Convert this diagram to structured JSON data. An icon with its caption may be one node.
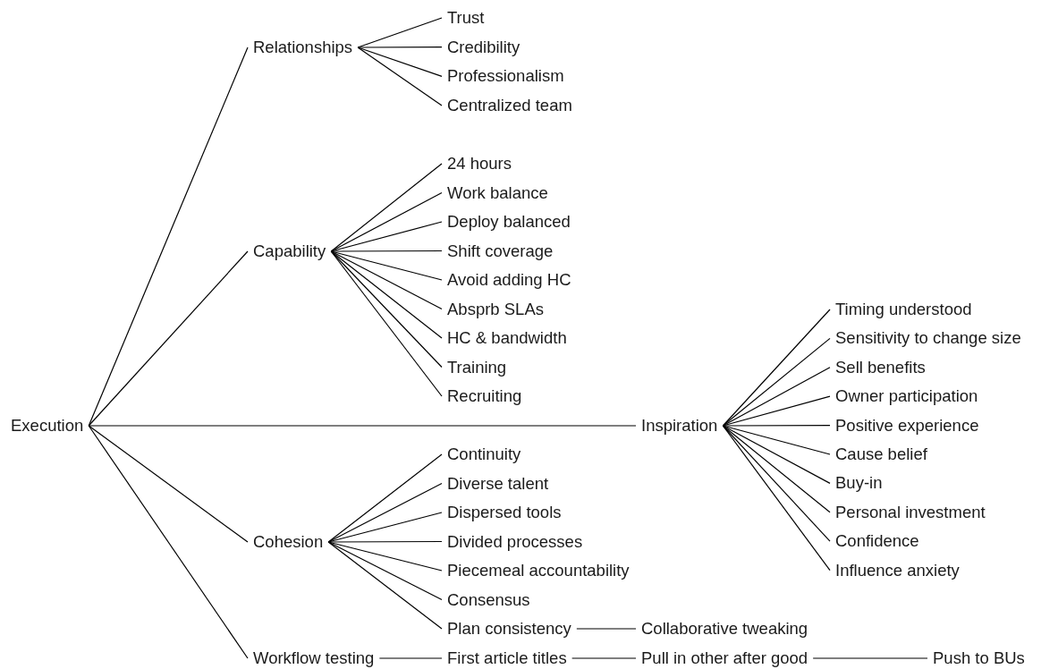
{
  "diagram": {
    "nodes": [
      {
        "text": [
          "Execution"
        ]
      },
      {
        "text": [
          "Relationships"
        ]
      },
      {
        "text": [
          "Trust"
        ]
      },
      {
        "text": [
          "Credibility"
        ]
      },
      {
        "text": [
          "Professionalism"
        ]
      },
      {
        "text": [
          "Centralized team"
        ]
      },
      {
        "text": [
          "Capability"
        ]
      },
      {
        "text": [
          "24 hours"
        ]
      },
      {
        "text": [
          "Work balance"
        ]
      },
      {
        "text": [
          "Deploy balanced"
        ]
      },
      {
        "text": [
          "Shift coverage"
        ]
      },
      {
        "text": [
          "Avoid adding HC"
        ]
      },
      {
        "text": [
          "Absprb SLAs"
        ]
      },
      {
        "text": [
          "HC & bandwidth"
        ]
      },
      {
        "text": [
          "Training"
        ]
      },
      {
        "text": [
          "Recruiting"
        ]
      },
      {
        "text": [
          "Inspiration"
        ]
      },
      {
        "text": [
          "Timing understood"
        ]
      },
      {
        "text": [
          "Sensitivity to change size"
        ]
      },
      {
        "text": [
          "Sell benefits"
        ]
      },
      {
        "text": [
          "Owner participation"
        ]
      },
      {
        "text": [
          "Positive experience"
        ]
      },
      {
        "text": [
          "Cause belief"
        ]
      },
      {
        "text": [
          "Buy-in"
        ]
      },
      {
        "text": [
          "Personal investment"
        ]
      },
      {
        "text": [
          "Confidence"
        ]
      },
      {
        "text": [
          "Influence anxiety"
        ]
      },
      {
        "text": [
          "Cohesion"
        ]
      },
      {
        "text": [
          "Continuity"
        ]
      },
      {
        "text": [
          "Diverse talent"
        ]
      },
      {
        "text": [
          "Dispersed tools"
        ]
      },
      {
        "text": [
          "Divided processes"
        ]
      },
      {
        "text": [
          "Piecemeal accountability"
        ]
      },
      {
        "text": [
          "Consensus"
        ]
      },
      {
        "text": [
          "Plan consistency"
        ]
      },
      {
        "text": [
          "Collaborative tweaking"
        ]
      },
      {
        "text": [
          "Workflow testing"
        ]
      },
      {
        "text": [
          "First article titles"
        ]
      },
      {
        "text": [
          "Pull in other after good"
        ]
      },
      {
        "text": [
          "Push to BUs"
        ]
      }
    ],
    "edges": [
      {
        "from": 0,
        "to": 1,
        "arrow": "none"
      },
      {
        "from": 1,
        "to": 2,
        "arrow": "none"
      },
      {
        "from": 1,
        "to": 3,
        "arrow": "none"
      },
      {
        "from": 1,
        "to": 4,
        "arrow": "none"
      },
      {
        "from": 1,
        "to": 5,
        "arrow": "none"
      },
      {
        "from": 0,
        "to": 6,
        "arrow": "none"
      },
      {
        "from": 6,
        "to": 7,
        "arrow": "none"
      },
      {
        "from": 6,
        "to": 8,
        "arrow": "none"
      },
      {
        "from": 6,
        "to": 9,
        "arrow": "none"
      },
      {
        "from": 6,
        "to": 10,
        "arrow": "none"
      },
      {
        "from": 6,
        "to": 11,
        "arrow": "none"
      },
      {
        "from": 6,
        "to": 12,
        "arrow": "none"
      },
      {
        "from": 6,
        "to": 13,
        "arrow": "none"
      },
      {
        "from": 6,
        "to": 14,
        "arrow": "none"
      },
      {
        "from": 6,
        "to": 15,
        "arrow": "none"
      },
      {
        "from": 0,
        "to": 16,
        "arrow": "none"
      },
      {
        "from": 16,
        "to": 17,
        "arrow": "none"
      },
      {
        "from": 16,
        "to": 18,
        "arrow": "none"
      },
      {
        "from": 16,
        "to": 19,
        "arrow": "none"
      },
      {
        "from": 16,
        "to": 20,
        "arrow": "none"
      },
      {
        "from": 16,
        "to": 21,
        "arrow": "none"
      },
      {
        "from": 16,
        "to": 22,
        "arrow": "none"
      },
      {
        "from": 16,
        "to": 23,
        "arrow": "none"
      },
      {
        "from": 16,
        "to": 24,
        "arrow": "none"
      },
      {
        "from": 16,
        "to": 25,
        "arrow": "none"
      },
      {
        "from": 16,
        "to": 26,
        "arrow": "none"
      },
      {
        "from": 0,
        "to": 27,
        "arrow": "none"
      },
      {
        "from": 27,
        "to": 28,
        "arrow": "none"
      },
      {
        "from": 27,
        "to": 29,
        "arrow": "none"
      },
      {
        "from": 27,
        "to": 30,
        "arrow": "none"
      },
      {
        "from": 27,
        "to": 31,
        "arrow": "none"
      },
      {
        "from": 27,
        "to": 32,
        "arrow": "none"
      },
      {
        "from": 27,
        "to": 33,
        "arrow": "none"
      },
      {
        "from": 27,
        "to": 34,
        "arrow": "none"
      },
      {
        "from": 34,
        "to": 35,
        "arrow": "none"
      },
      {
        "from": 0,
        "to": 36,
        "arrow": "none"
      },
      {
        "from": 36,
        "to": 37,
        "arrow": "none"
      },
      {
        "from": 37,
        "to": 38,
        "arrow": "none"
      },
      {
        "from": 38,
        "to": 39,
        "arrow": "none"
      }
    ]
  }
}
